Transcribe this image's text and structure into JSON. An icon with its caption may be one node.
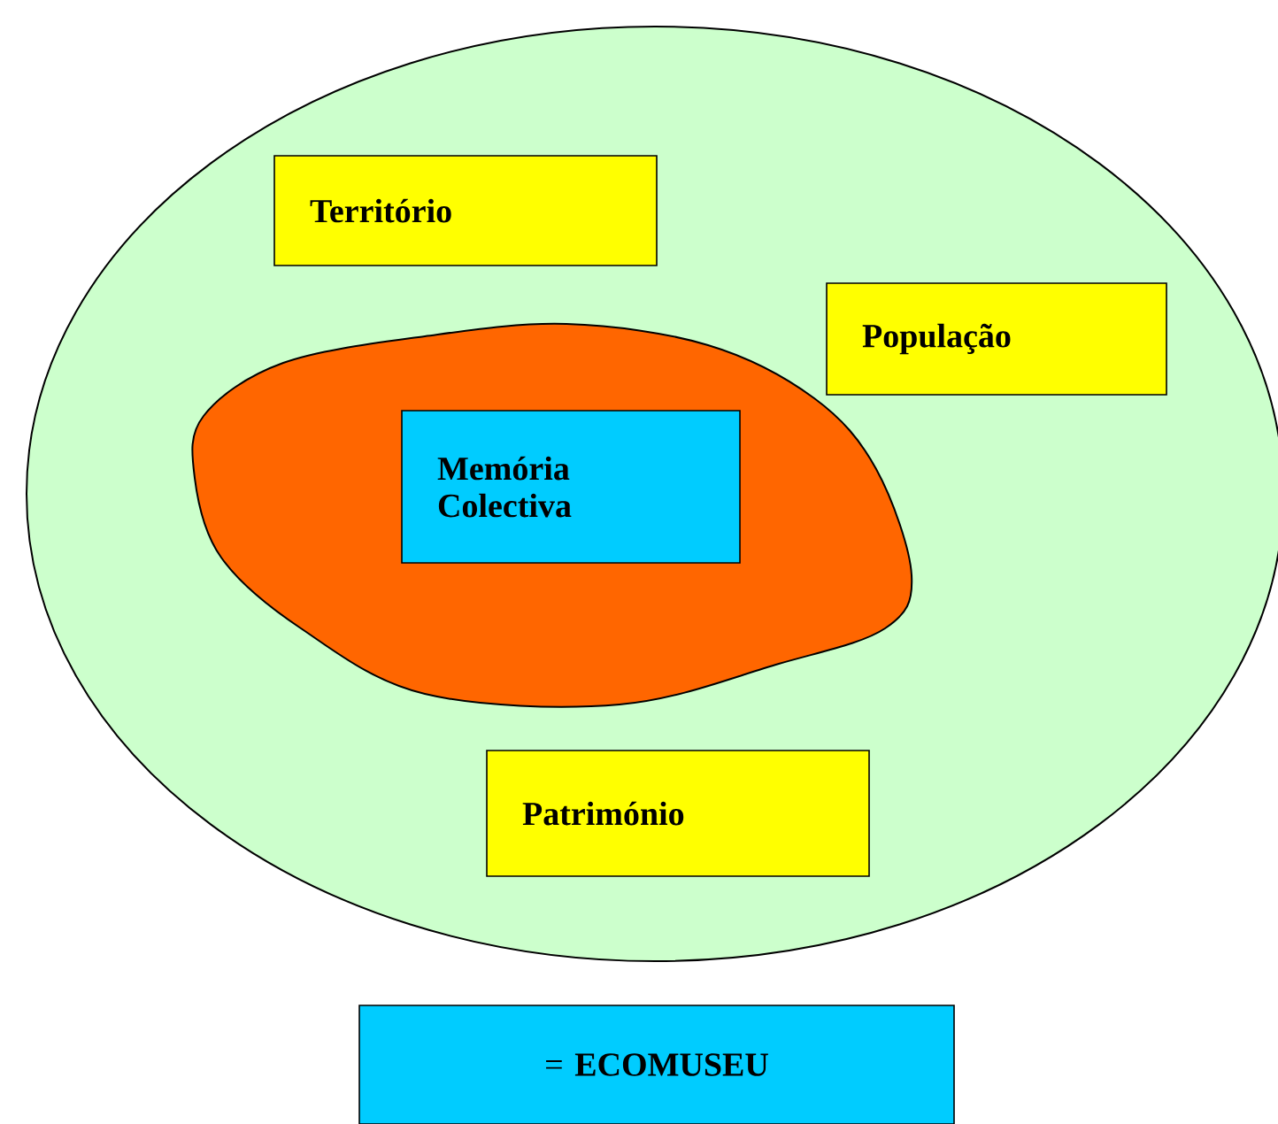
{
  "diagram": {
    "nodes": [
      {
        "text": [],
        "shape": "ellipse"
      },
      {
        "text": [
          "Território"
        ],
        "in": 0
      },
      {
        "text": [
          "População"
        ],
        "in": 0
      },
      {
        "text": [],
        "shape": "cloud",
        "in": 0
      },
      {
        "text": [
          "Memória Colectiva"
        ],
        "in": 3
      },
      {
        "text": [
          "Património"
        ],
        "in": 0
      },
      {
        "text": [
          "= **ECOMUSEU**"
        ]
      }
    ]
  }
}
